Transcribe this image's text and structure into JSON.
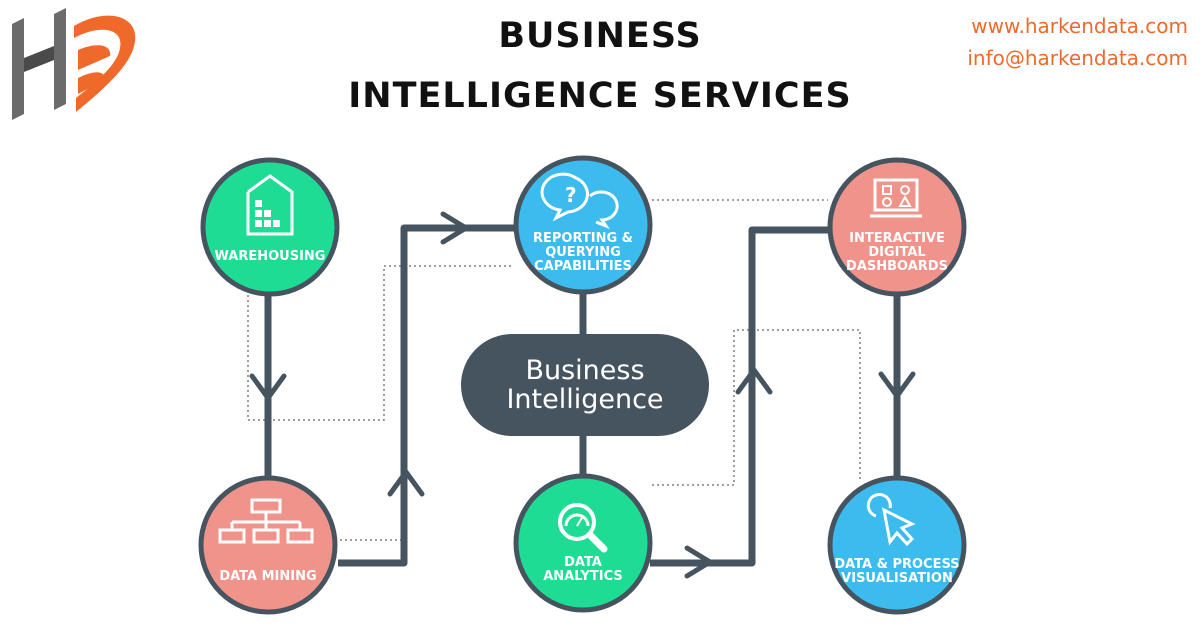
{
  "header": {
    "title_line1": "BUSINESS",
    "title_line2": "INTELLIGENCE SERVICES",
    "website": "www.harkendata.com",
    "email": "info@harkendata.com"
  },
  "logo": {
    "icon": "harkendata-logo",
    "accent": "#ef6a2a"
  },
  "hub": {
    "label": "Business Intelligence",
    "color": "#465460"
  },
  "nodes": {
    "warehousing": {
      "label": "WAREHOUSING",
      "icon": "warehouse-icon",
      "color": "#1fdc95"
    },
    "data_mining": {
      "label": "DATA MINING",
      "icon": "hierarchy-icon",
      "color": "#f0938a"
    },
    "reporting": {
      "label": "REPORTING & QUERYING CAPABILITIES",
      "icon": "speech-bubbles-icon",
      "color": "#3bbbee"
    },
    "data_analytics": {
      "label": "DATA ANALYTICS",
      "icon": "magnifier-chart-icon",
      "color": "#1fdc95"
    },
    "dashboards": {
      "label": "INTERACTIVE DIGITAL DASHBOARDS",
      "icon": "dashboard-screen-icon",
      "color": "#f0938a"
    },
    "visualisation": {
      "label": "DATA & PROCESS VISUALISATION",
      "icon": "cursor-click-icon",
      "color": "#3bbbee"
    }
  },
  "colors": {
    "line": "#465460",
    "dotted": "#666666"
  }
}
